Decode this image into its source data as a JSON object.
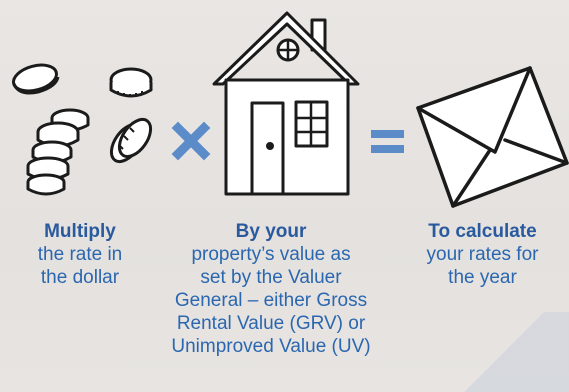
{
  "columns": [
    {
      "heading": "Multiply",
      "text": "the rate in\nthe dollar"
    },
    {
      "heading": "By your",
      "text": "property’s value as\nset by the Valuer\nGeneral – either Gross\nRental Value (GRV) or\nUnimproved Value (UV)"
    },
    {
      "heading": "To calculate",
      "text": "your rates for\nthe year"
    }
  ],
  "icons": {
    "coins": "coins-icon",
    "multiply": "multiply-icon",
    "house": "house-icon",
    "equals": "equals-icon",
    "envelope": "envelope-icon"
  },
  "colors": {
    "background": "#e6e3e0",
    "text_blue": "#2b67b0",
    "symbol_blue": "#5b8bc9",
    "sketch": "#1b1b1b"
  }
}
